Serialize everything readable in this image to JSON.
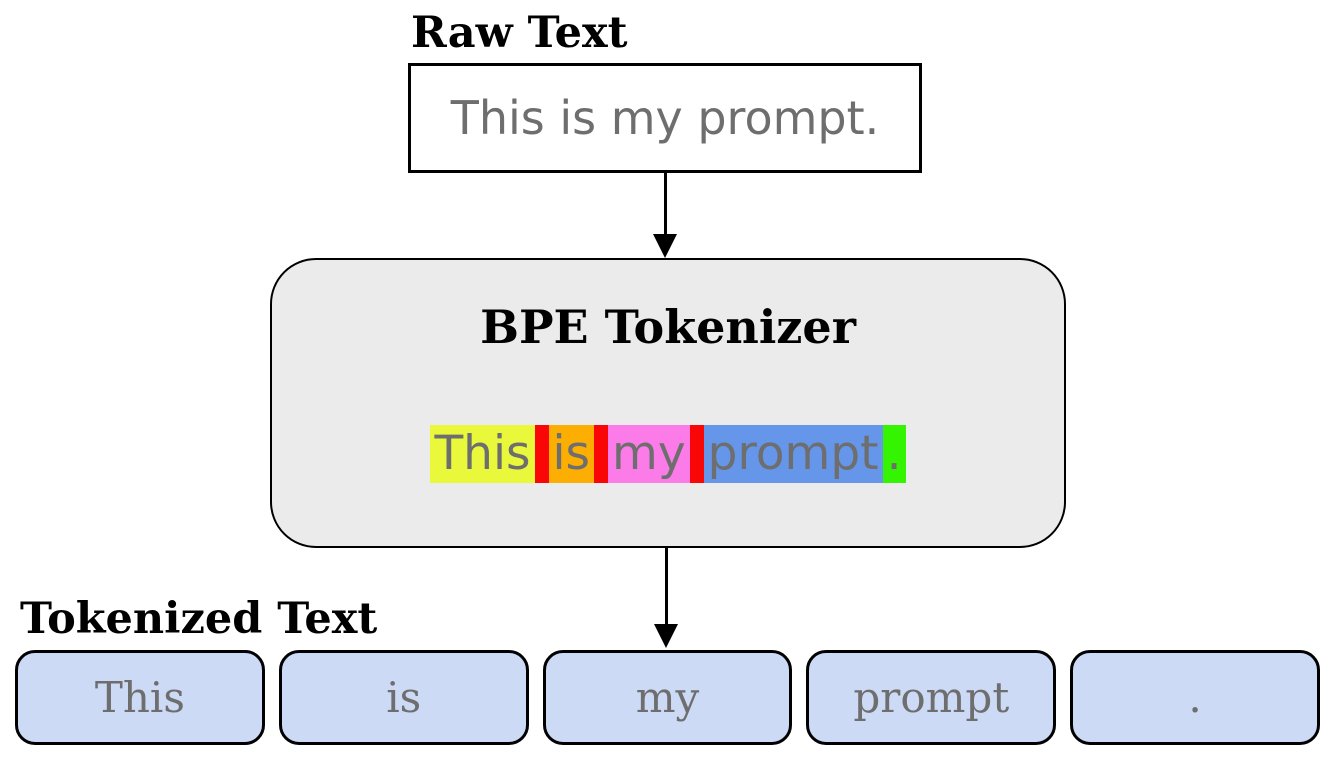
{
  "diagram": {
    "raw_section": {
      "label": "Raw Text",
      "content": "This is my prompt."
    },
    "tokenizer": {
      "title": "BPE Tokenizer",
      "separator_color": "#f90606",
      "highlight_tokens": [
        {
          "text": "This",
          "color": "#e9f83b"
        },
        {
          "text": "is",
          "color": "#fcae02"
        },
        {
          "text": "my",
          "color": "#fb7ce8"
        },
        {
          "text": "prompt",
          "color": "#6596e9"
        },
        {
          "text": ".",
          "color": "#35f402"
        }
      ]
    },
    "tokenized_section": {
      "label": "Tokenized Text",
      "tokens": [
        "This",
        "is",
        "my",
        "prompt",
        "."
      ]
    },
    "colors": {
      "bpe_box_fill": "#ebebeb",
      "bpe_box_border": "#000000",
      "token_box_fill": "#ccdaf6",
      "token_box_border": "#000000",
      "text_gray": "#6e6e6e",
      "arrow_color": "#000000"
    }
  }
}
